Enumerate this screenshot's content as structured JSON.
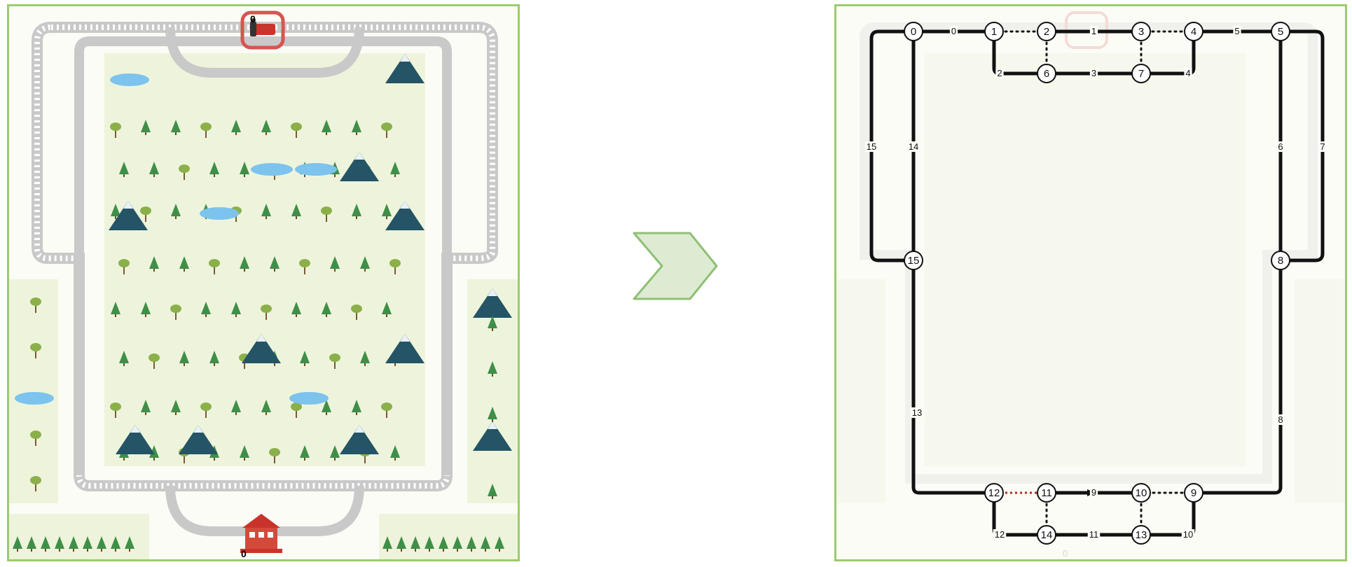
{
  "colors": {
    "panel_border": "#9ccb6e",
    "grass": "#eef4db",
    "track": "#c7c7c7",
    "train": "#c8342b",
    "highlight": "#d9534f",
    "lake": "#7cc3ee",
    "mountain": "#245465",
    "tree": "#3f8f48",
    "arrow_fill": "#dcebd2",
    "arrow_stroke": "#8fbf74"
  },
  "icons": {
    "train": "train-icon",
    "station": "station-icon",
    "transform_arrow": "chevron-right-icon"
  },
  "left": {
    "train_label": "0",
    "station_label": "0"
  },
  "graph": {
    "nodes": [
      "0",
      "1",
      "2",
      "3",
      "4",
      "5",
      "6",
      "7",
      "8",
      "9",
      "10",
      "11",
      "12",
      "13",
      "14",
      "15"
    ],
    "edges": [
      {
        "from": "0",
        "to": "1",
        "label": "0",
        "style": "solid"
      },
      {
        "from": "1",
        "to": "2",
        "label": "",
        "style": "dotted"
      },
      {
        "from": "2",
        "to": "3",
        "label": "1",
        "style": "solid"
      },
      {
        "from": "3",
        "to": "4",
        "label": "",
        "style": "dotted"
      },
      {
        "from": "4",
        "to": "5",
        "label": "5",
        "style": "solid"
      },
      {
        "from": "1",
        "to": "6",
        "label": "2",
        "style": "solid"
      },
      {
        "from": "6",
        "to": "7",
        "label": "3",
        "style": "solid"
      },
      {
        "from": "7",
        "to": "4",
        "label": "4",
        "style": "solid"
      },
      {
        "from": "2",
        "to": "6",
        "label": "",
        "style": "dotted"
      },
      {
        "from": "3",
        "to": "7",
        "label": "",
        "style": "dotted"
      },
      {
        "from": "5",
        "to": "8",
        "label": "6",
        "style": "solid"
      },
      {
        "from": "5",
        "to": "8",
        "label": "7",
        "style": "solid"
      },
      {
        "from": "8",
        "to": "9",
        "label": "8",
        "style": "solid"
      },
      {
        "from": "9",
        "to": "10",
        "label": "",
        "style": "dotted"
      },
      {
        "from": "10",
        "to": "11",
        "label": "9",
        "style": "solid"
      },
      {
        "from": "11",
        "to": "12",
        "label": "",
        "style": "dotted-red"
      },
      {
        "from": "10",
        "to": "13",
        "label": "",
        "style": "dotted"
      },
      {
        "from": "11",
        "to": "14",
        "label": "",
        "style": "dotted"
      },
      {
        "from": "9",
        "to": "13",
        "label": "10",
        "style": "solid"
      },
      {
        "from": "13",
        "to": "14",
        "label": "11",
        "style": "solid"
      },
      {
        "from": "14",
        "to": "12",
        "label": "12",
        "style": "solid"
      },
      {
        "from": "12",
        "to": "15",
        "label": "13",
        "style": "solid"
      },
      {
        "from": "15",
        "to": "0",
        "label": "14",
        "style": "solid"
      },
      {
        "from": "15",
        "to": "0",
        "label": "15",
        "style": "solid"
      }
    ],
    "faint_station_label": "0"
  }
}
